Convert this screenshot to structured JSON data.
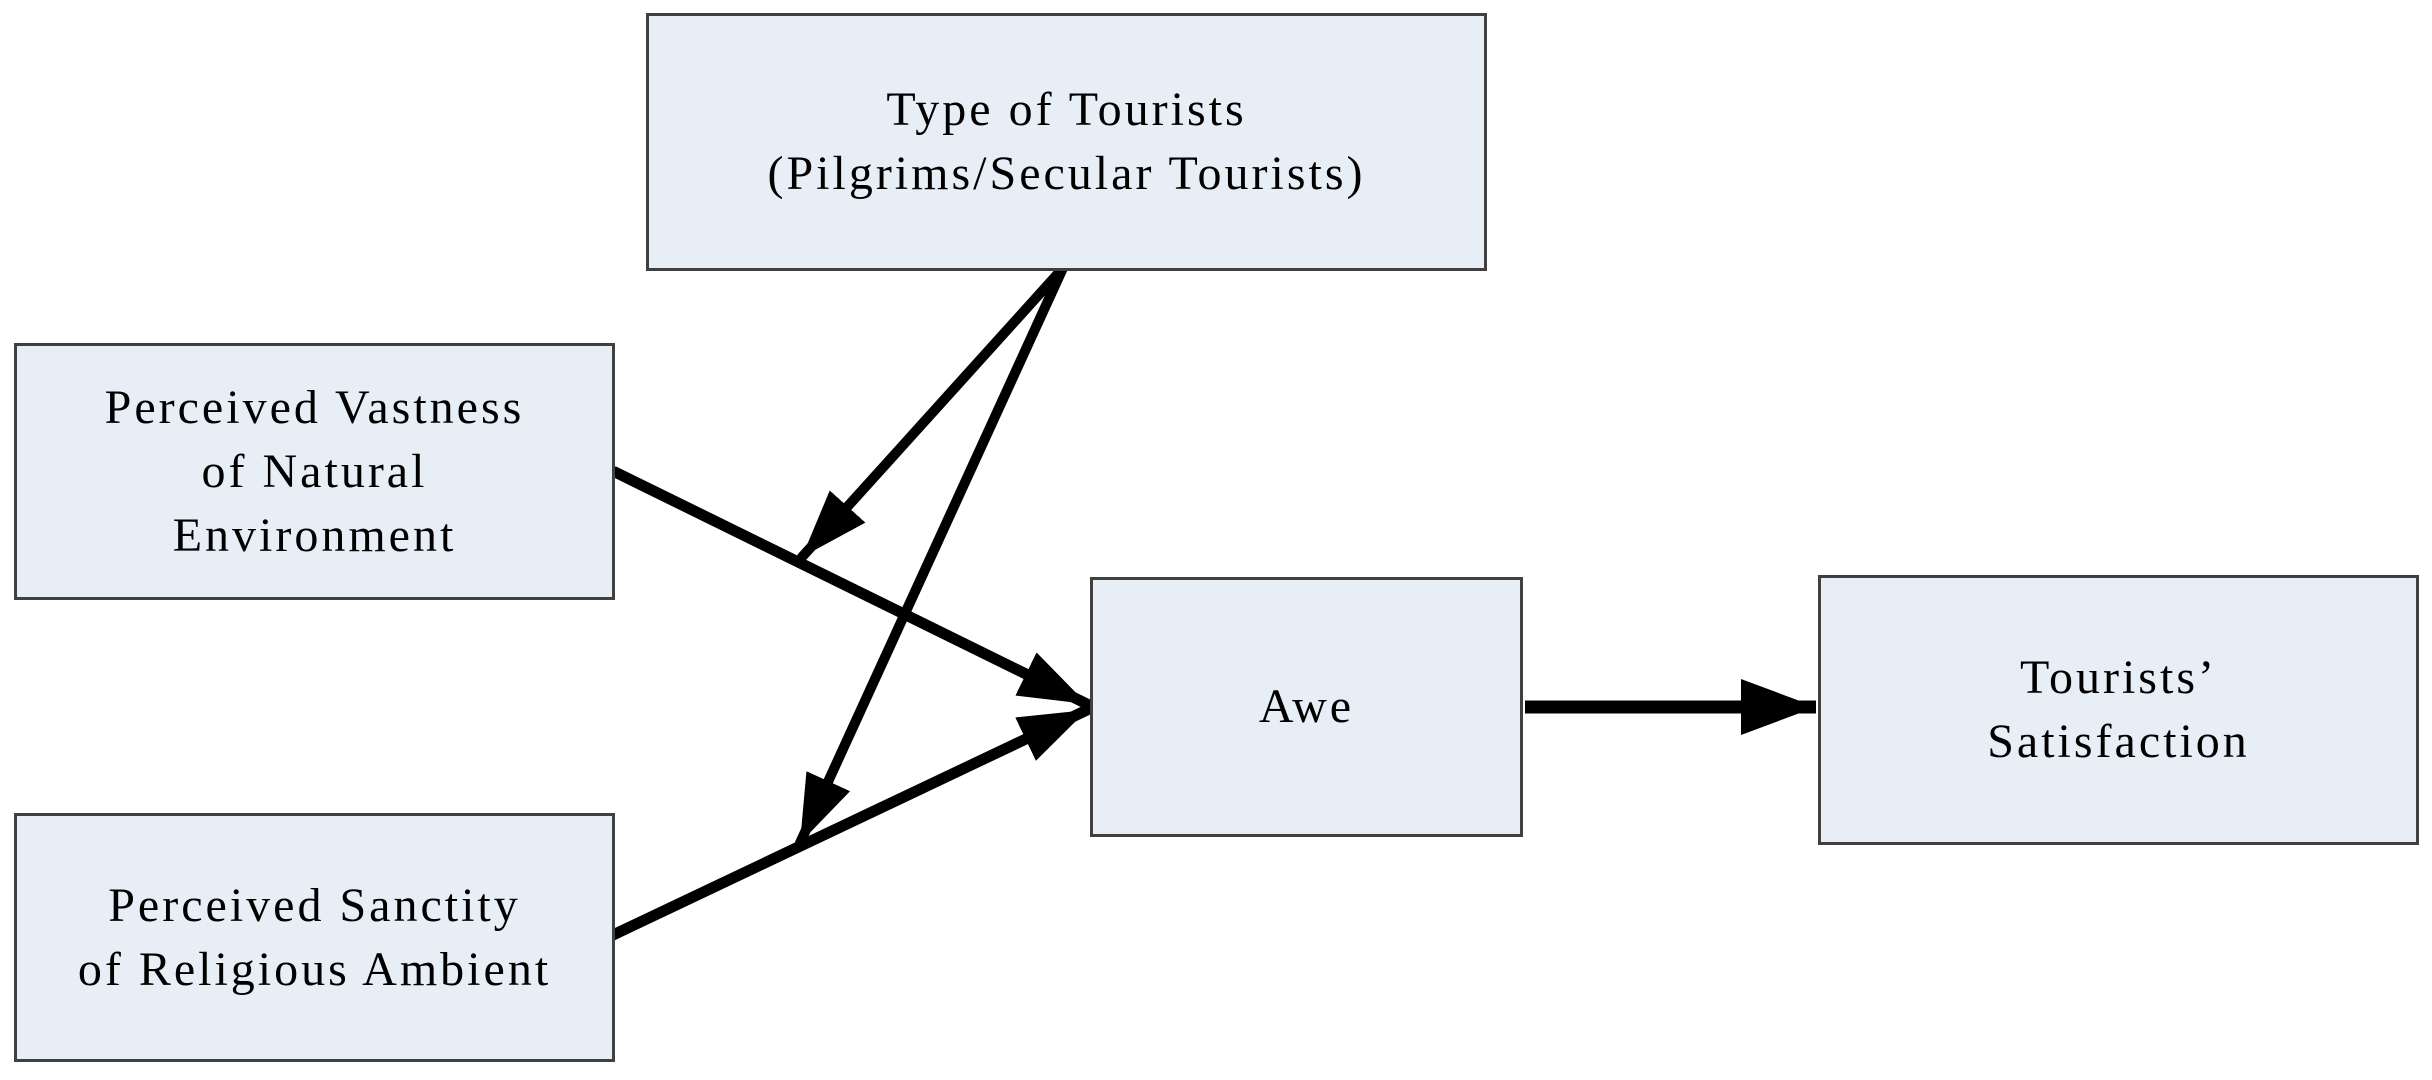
{
  "diagram": {
    "background_color": "#ffffff",
    "box_fill_color": "#e8eef6",
    "box_border_color": "#404040",
    "arrow_color": "#000000",
    "text_color": "#000000",
    "nodes": {
      "type_of_tourists": {
        "lines": [
          "Type of Tourists",
          "(Pilgrims/Secular Tourists)"
        ]
      },
      "perceived_vastness": {
        "lines": [
          "Perceived Vastness",
          "of Natural",
          "Environment"
        ]
      },
      "perceived_sanctity": {
        "lines": [
          "Perceived Sanctity",
          "of Religious Ambient"
        ]
      },
      "awe": {
        "lines": [
          "Awe"
        ]
      },
      "tourists_satisfaction": {
        "lines": [
          "Tourists’",
          "Satisfaction"
        ]
      }
    },
    "edges": [
      {
        "from": "perceived_vastness",
        "to": "awe",
        "type": "direct"
      },
      {
        "from": "perceived_sanctity",
        "to": "awe",
        "type": "direct"
      },
      {
        "from": "type_of_tourists",
        "to": "arrow perceived_vastness->awe",
        "type": "moderation"
      },
      {
        "from": "type_of_tourists",
        "to": "arrow perceived_sanctity->awe",
        "type": "moderation"
      },
      {
        "from": "awe",
        "to": "tourists_satisfaction",
        "type": "direct"
      }
    ]
  }
}
